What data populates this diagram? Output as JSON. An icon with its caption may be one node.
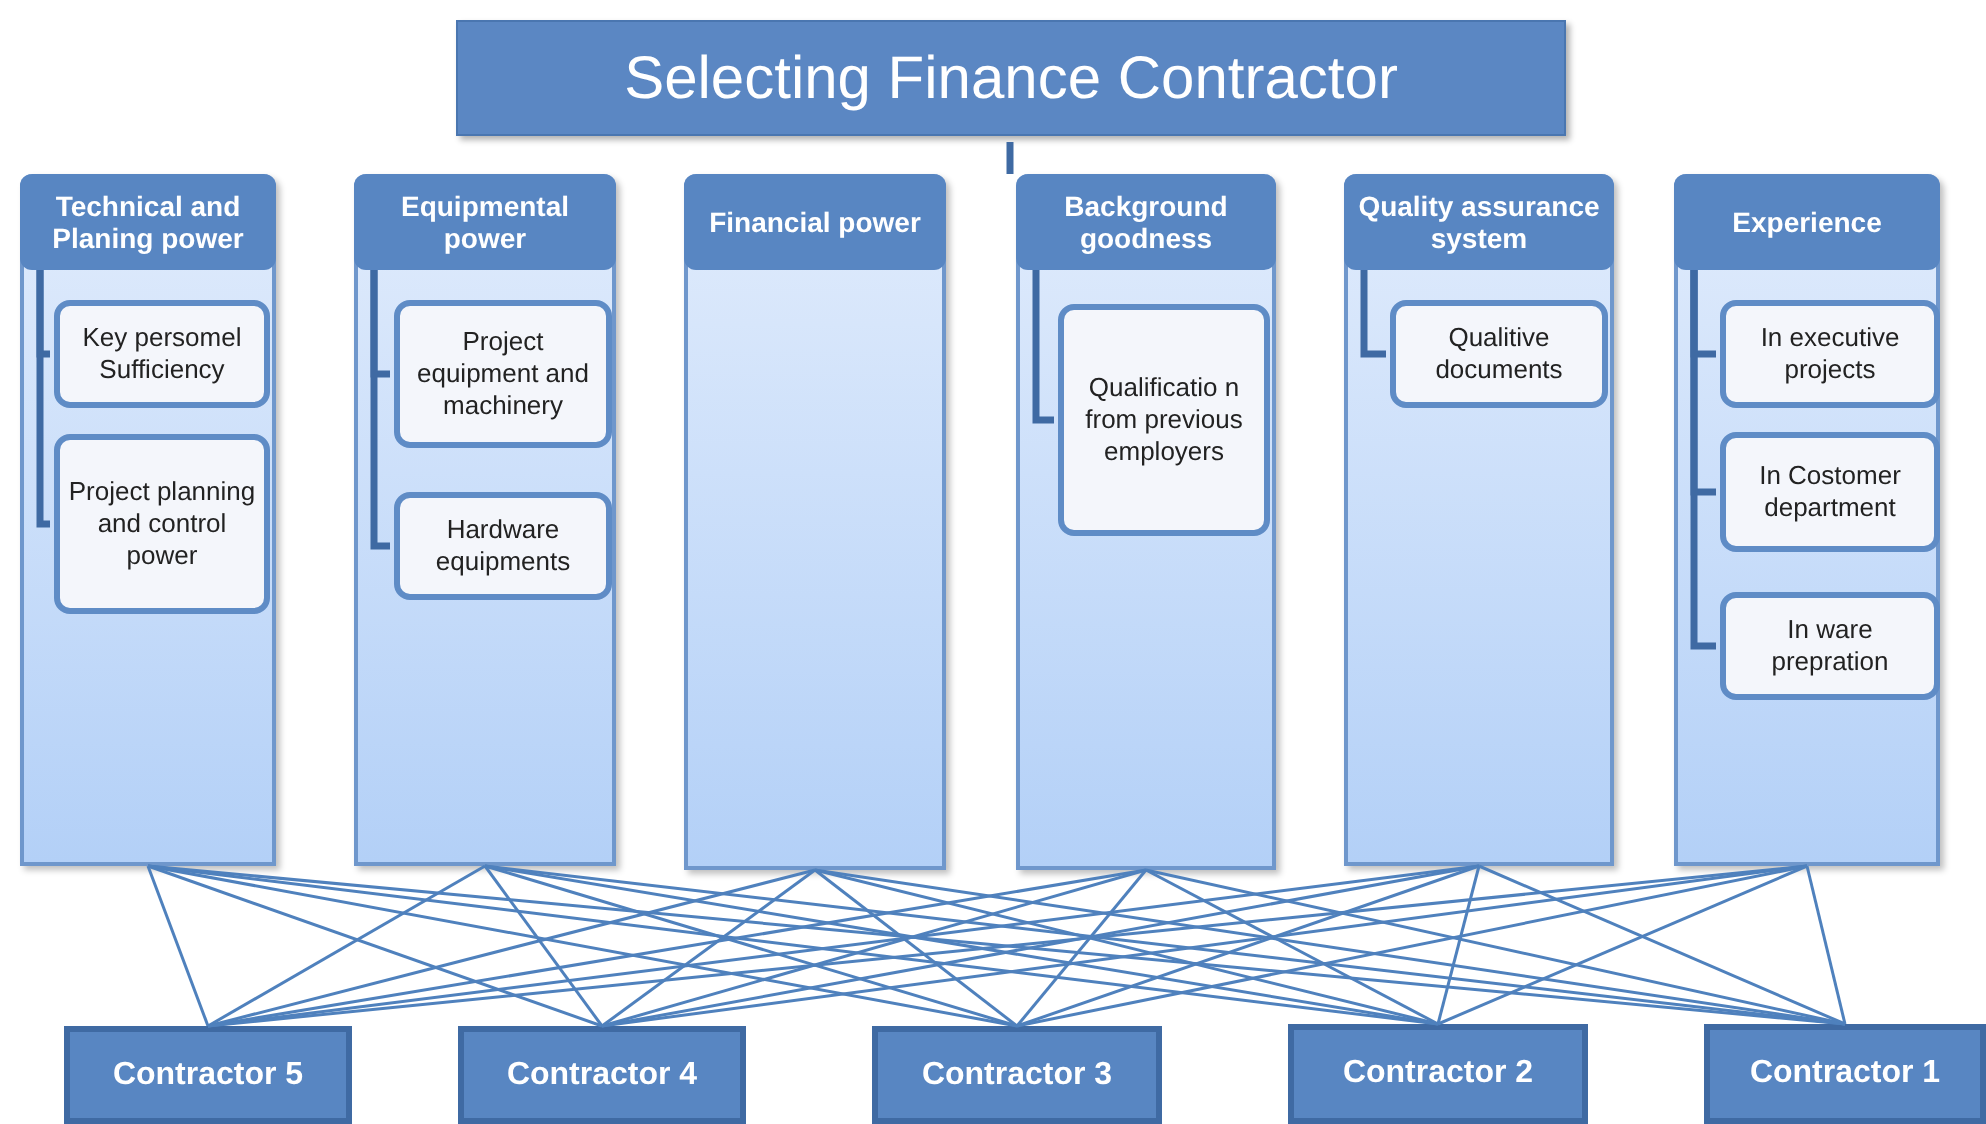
{
  "diagram": {
    "nodes": [
      {
        "text": [
          "Selecting Finance Contractor"
        ]
      },
      {
        "text": [
          "Technical and Planing power"
        ]
      },
      {
        "text": [
          "Key persomel Sufficiency"
        ],
        "in": 1
      },
      {
        "text": [
          "Project planning and control power"
        ],
        "in": 1
      },
      {
        "text": [
          "Equipmental power"
        ]
      },
      {
        "text": [
          "Project equipment and machinery"
        ],
        "in": 4
      },
      {
        "text": [
          "Hardware equipments"
        ],
        "in": 4
      },
      {
        "text": [
          "Financial power"
        ]
      },
      {
        "text": [
          "Background goodness"
        ]
      },
      {
        "text": [
          "Qualificatio n from previous employers"
        ],
        "in": 8
      },
      {
        "text": [
          "Quality assurance system"
        ]
      },
      {
        "text": [
          "Qualitive documents"
        ],
        "in": 10
      },
      {
        "text": [
          "Experience"
        ]
      },
      {
        "text": [
          "In executive projects"
        ],
        "in": 12
      },
      {
        "text": [
          "In Costomer department"
        ],
        "in": 12
      },
      {
        "text": [
          "In ware prepration"
        ],
        "in": 12
      },
      {
        "text": [
          "Contractor 5"
        ]
      },
      {
        "text": [
          "Contractor 4"
        ]
      },
      {
        "text": [
          "Contractor 3"
        ]
      },
      {
        "text": [
          "Contractor 2"
        ]
      },
      {
        "text": [
          "Contractor 1"
        ]
      }
    ],
    "edges": [
      {
        "from": 1,
        "to": 2,
        "arrow": "none",
        "style": "thick"
      },
      {
        "from": 1,
        "to": 3,
        "arrow": "none",
        "style": "thick"
      },
      {
        "from": 4,
        "to": 5,
        "arrow": "none",
        "style": "thick"
      },
      {
        "from": 4,
        "to": 6,
        "arrow": "none",
        "style": "thick"
      },
      {
        "from": 8,
        "to": 9,
        "arrow": "none",
        "style": "thick"
      },
      {
        "from": 10,
        "to": 11,
        "arrow": "none",
        "style": "thick"
      },
      {
        "from": 12,
        "to": 13,
        "arrow": "none",
        "style": "thick"
      },
      {
        "from": 12,
        "to": 14,
        "arrow": "none",
        "style": "thick"
      },
      {
        "from": 12,
        "to": 15,
        "arrow": "none",
        "style": "thick"
      },
      {
        "from": 0,
        "to": 8,
        "arrow": "none",
        "style": "thick"
      },
      {
        "from": 1,
        "to": 16,
        "arrow": "none"
      },
      {
        "from": 1,
        "to": 17,
        "arrow": "none"
      },
      {
        "from": 1,
        "to": 18,
        "arrow": "none"
      },
      {
        "from": 1,
        "to": 19,
        "arrow": "none"
      },
      {
        "from": 1,
        "to": 20,
        "arrow": "none"
      },
      {
        "from": 4,
        "to": 16,
        "arrow": "none"
      },
      {
        "from": 4,
        "to": 17,
        "arrow": "none"
      },
      {
        "from": 4,
        "to": 18,
        "arrow": "none"
      },
      {
        "from": 4,
        "to": 19,
        "arrow": "none"
      },
      {
        "from": 4,
        "to": 20,
        "arrow": "none"
      },
      {
        "from": 7,
        "to": 16,
        "arrow": "none"
      },
      {
        "from": 7,
        "to": 17,
        "arrow": "none"
      },
      {
        "from": 7,
        "to": 18,
        "arrow": "none"
      },
      {
        "from": 7,
        "to": 19,
        "arrow": "none"
      },
      {
        "from": 7,
        "to": 20,
        "arrow": "none"
      },
      {
        "from": 8,
        "to": 16,
        "arrow": "none"
      },
      {
        "from": 8,
        "to": 17,
        "arrow": "none"
      },
      {
        "from": 8,
        "to": 18,
        "arrow": "none"
      },
      {
        "from": 8,
        "to": 19,
        "arrow": "none"
      },
      {
        "from": 8,
        "to": 20,
        "arrow": "none"
      },
      {
        "from": 10,
        "to": 16,
        "arrow": "none"
      },
      {
        "from": 10,
        "to": 17,
        "arrow": "none"
      },
      {
        "from": 10,
        "to": 18,
        "arrow": "none"
      },
      {
        "from": 10,
        "to": 19,
        "arrow": "none"
      },
      {
        "from": 10,
        "to": 20,
        "arrow": "none"
      },
      {
        "from": 12,
        "to": 16,
        "arrow": "none"
      },
      {
        "from": 12,
        "to": 17,
        "arrow": "none"
      },
      {
        "from": 12,
        "to": 18,
        "arrow": "none"
      },
      {
        "from": 12,
        "to": 19,
        "arrow": "none"
      },
      {
        "from": 12,
        "to": 20,
        "arrow": "none"
      }
    ]
  }
}
